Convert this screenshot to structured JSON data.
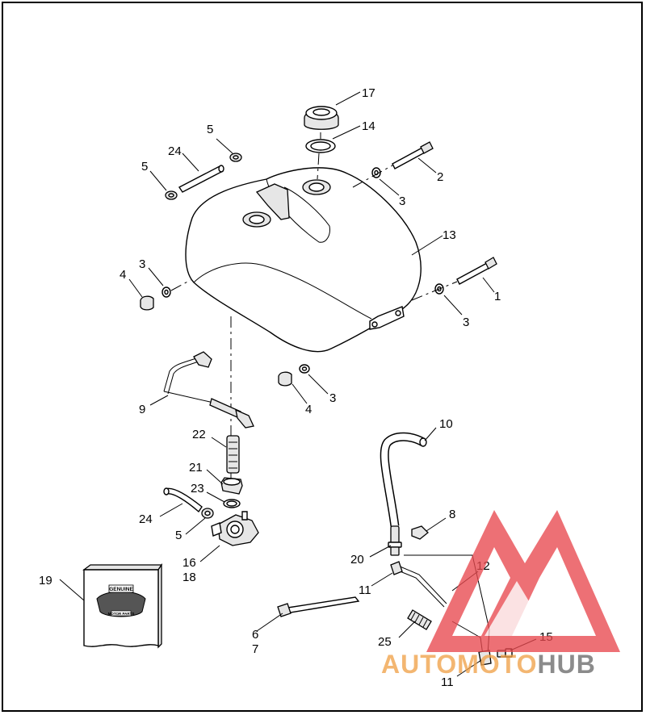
{
  "callouts": [
    {
      "id": "c17",
      "label": "17"
    },
    {
      "id": "c14",
      "label": "14"
    },
    {
      "id": "c5a",
      "label": "5"
    },
    {
      "id": "c24a",
      "label": "24"
    },
    {
      "id": "c5b",
      "label": "5"
    },
    {
      "id": "c2",
      "label": "2"
    },
    {
      "id": "c3a",
      "label": "3"
    },
    {
      "id": "c13",
      "label": "13"
    },
    {
      "id": "c3b",
      "label": "3"
    },
    {
      "id": "c4a",
      "label": "4"
    },
    {
      "id": "c1",
      "label": "1"
    },
    {
      "id": "c3c",
      "label": "3"
    },
    {
      "id": "c3d",
      "label": "3"
    },
    {
      "id": "c4b",
      "label": "4"
    },
    {
      "id": "c9",
      "label": "9"
    },
    {
      "id": "c10",
      "label": "10"
    },
    {
      "id": "c22",
      "label": "22"
    },
    {
      "id": "c21",
      "label": "21"
    },
    {
      "id": "c23",
      "label": "23"
    },
    {
      "id": "c8",
      "label": "8"
    },
    {
      "id": "c24b",
      "label": "24"
    },
    {
      "id": "c5c",
      "label": "5"
    },
    {
      "id": "c20",
      "label": "20"
    },
    {
      "id": "c12",
      "label": "12"
    },
    {
      "id": "c16",
      "label": "16"
    },
    {
      "id": "c18",
      "label": "18"
    },
    {
      "id": "c19",
      "label": "19"
    },
    {
      "id": "c11a",
      "label": "11"
    },
    {
      "id": "c6",
      "label": "6"
    },
    {
      "id": "c7",
      "label": "7"
    },
    {
      "id": "c25",
      "label": "25"
    },
    {
      "id": "c15",
      "label": "15"
    },
    {
      "id": "c11b",
      "label": "11"
    }
  ],
  "kit_box": {
    "badge_top": "GENUINE",
    "badge_bottom": "MOTOR PARTS"
  },
  "watermark": {
    "part1": "AUTO",
    "part2": "MOTO",
    "part3": "HUB",
    "color_orange": "#f0a24a",
    "color_red": "#e8494f",
    "color_gray": "#6b6b6b"
  }
}
